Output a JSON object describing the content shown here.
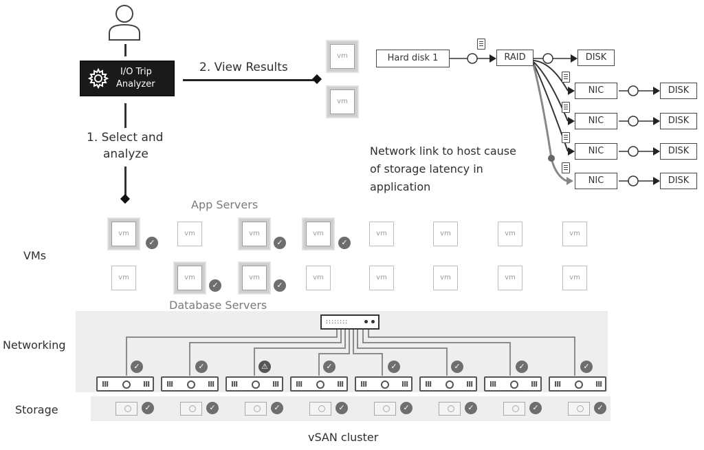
{
  "analyzer": {
    "title_line1": "I/O Trip",
    "title_line2": "Analyzer"
  },
  "steps": {
    "view_results": "2. View Results",
    "select_line1": "1. Select and",
    "select_line2": "analyze"
  },
  "group_labels": {
    "app_servers": "App Servers",
    "database_servers": "Database Servers"
  },
  "row_labels": {
    "vms": "VMs",
    "networking": "Networking",
    "storage": "Storage"
  },
  "cluster_label": "vSAN cluster",
  "vm_label": "vm",
  "io_path": {
    "hard_disk": "Hard disk 1",
    "raid": "RAID",
    "disk": "DISK",
    "nic": "NIC",
    "note_line1": "Network link to host cause",
    "note_line2": "of storage latency in",
    "note_line3": "application"
  },
  "colors": {
    "analyzer_bg": "#1a1a1a",
    "band_bg": "#eeeeee",
    "check_bg": "#6e6e6e",
    "highlight": "#cfcfcf"
  },
  "icons": {
    "user": "user-icon",
    "gear": "gear-icon",
    "check": "check-icon",
    "warning": "warning-icon",
    "switch": "network-switch-icon",
    "server": "server-icon",
    "disk": "disk-icon",
    "log": "log-file-icon"
  }
}
